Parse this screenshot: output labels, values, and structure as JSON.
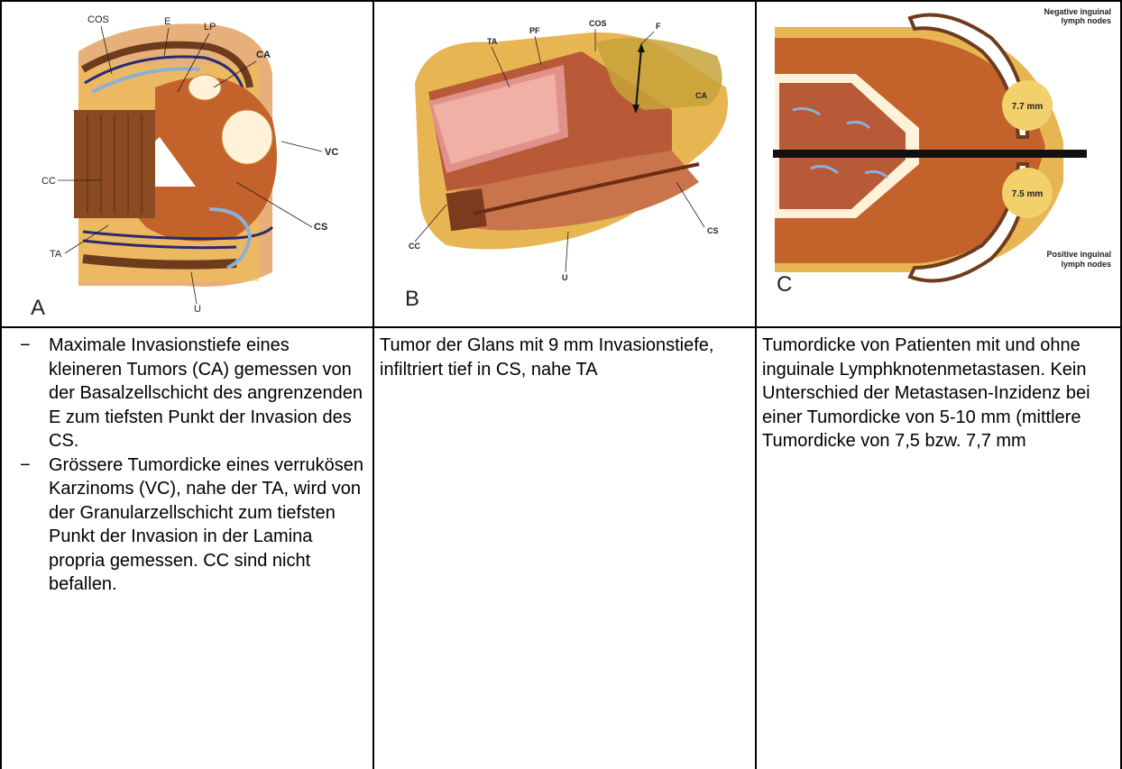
{
  "panelA": {
    "letter": "A",
    "labels": {
      "cos": "COS",
      "e": "E",
      "lp": "LP",
      "ca": "CA",
      "vc": "VC",
      "cc": "CC",
      "cs": "CS",
      "ta": "TA",
      "u": "U"
    }
  },
  "panelB": {
    "letter": "B",
    "labels": {
      "ta": "TA",
      "pf": "PF",
      "cos": "COS",
      "f": "F",
      "ca": "CA",
      "cc": "CC",
      "cs": "CS",
      "u": "U"
    }
  },
  "panelC": {
    "letter": "C",
    "neg_title": "Negative inguinal",
    "neg_sub": "lymph nodes",
    "pos_title": "Positive inguinal",
    "pos_sub": "lymph nodes",
    "val_top": "7.7 mm",
    "val_bottom": "7.5 mm"
  },
  "captionA": {
    "items": [
      {
        "marker": "−",
        "text": "Maximale Invasionstiefe eines kleineren Tumors (CA) gemessen von der Basalzellschicht des angrenzenden E zum tiefsten Punkt der Invasion des CS."
      },
      {
        "marker": "−",
        "text": "Grössere Tumordicke eines verrukösen Karzinoms (VC), nahe der TA, wird von der Granularzellschicht zum tiefsten Punkt der Invasion in der Lamina propria gemessen. CC sind nicht befallen."
      }
    ]
  },
  "captionB": "Tumor der Glans mit 9 mm Invasionstiefe, infiltriert tief in CS, nahe TA",
  "captionC": "Tumordicke von Patienten mit und ohne inguinale Lymphknotenmetastasen. Kein Unterschied der Metastasen-Inzidenz bei einer Tumordicke von 5-10 mm (mittlere Tumordicke von 7,5 bzw. 7,7 mm",
  "colors": {
    "tissue": "#c4622b",
    "yellow": "#f2c14a",
    "cream": "#fff2d8",
    "brown": "#6e3b1c",
    "blue": "#8ab0d8",
    "border": "#000000"
  }
}
